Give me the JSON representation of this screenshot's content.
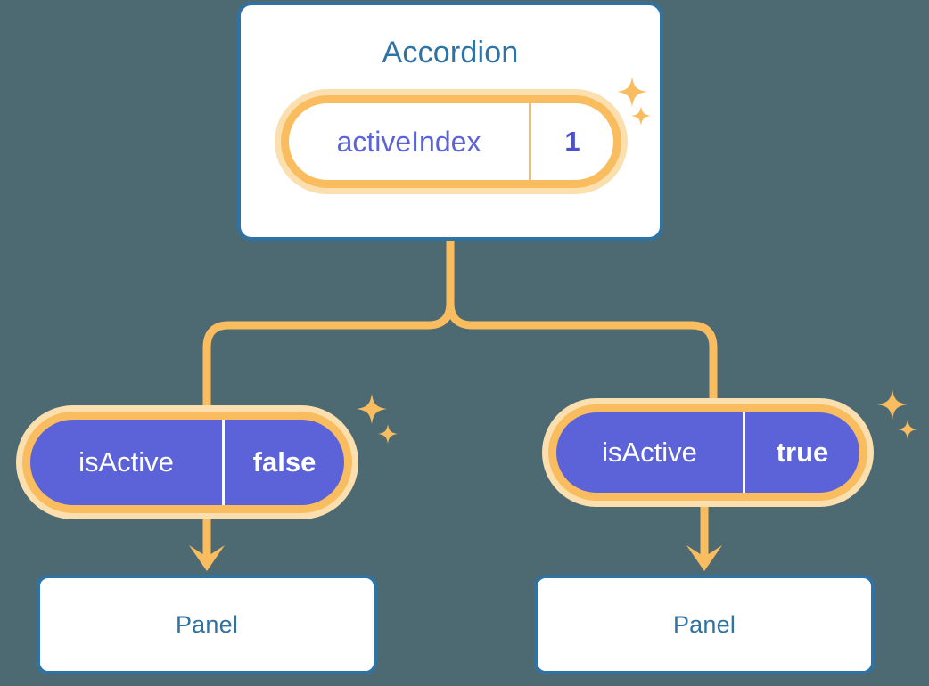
{
  "theme": {
    "background": "#4d6a73",
    "card_border": "#2f72a4",
    "card_title_color": "#2f72a4",
    "accent_orange": "#f9bd5f",
    "accent_orange_pale": "#fbdfae",
    "accent_purple": "#5c63d8",
    "card_surface": "#ffffff"
  },
  "diagram": {
    "root": {
      "title": "Accordion",
      "state": {
        "key": "activeIndex",
        "value": "1"
      }
    },
    "children": [
      {
        "state": {
          "key": "isActive",
          "value": "false"
        },
        "title": "Panel"
      },
      {
        "state": {
          "key": "isActive",
          "value": "true"
        },
        "title": "Panel"
      }
    ]
  },
  "icons": {
    "sparkle_large": "sparkle-large-icon",
    "sparkle_small": "sparkle-small-icon",
    "arrow_down": "arrow-down-icon"
  }
}
